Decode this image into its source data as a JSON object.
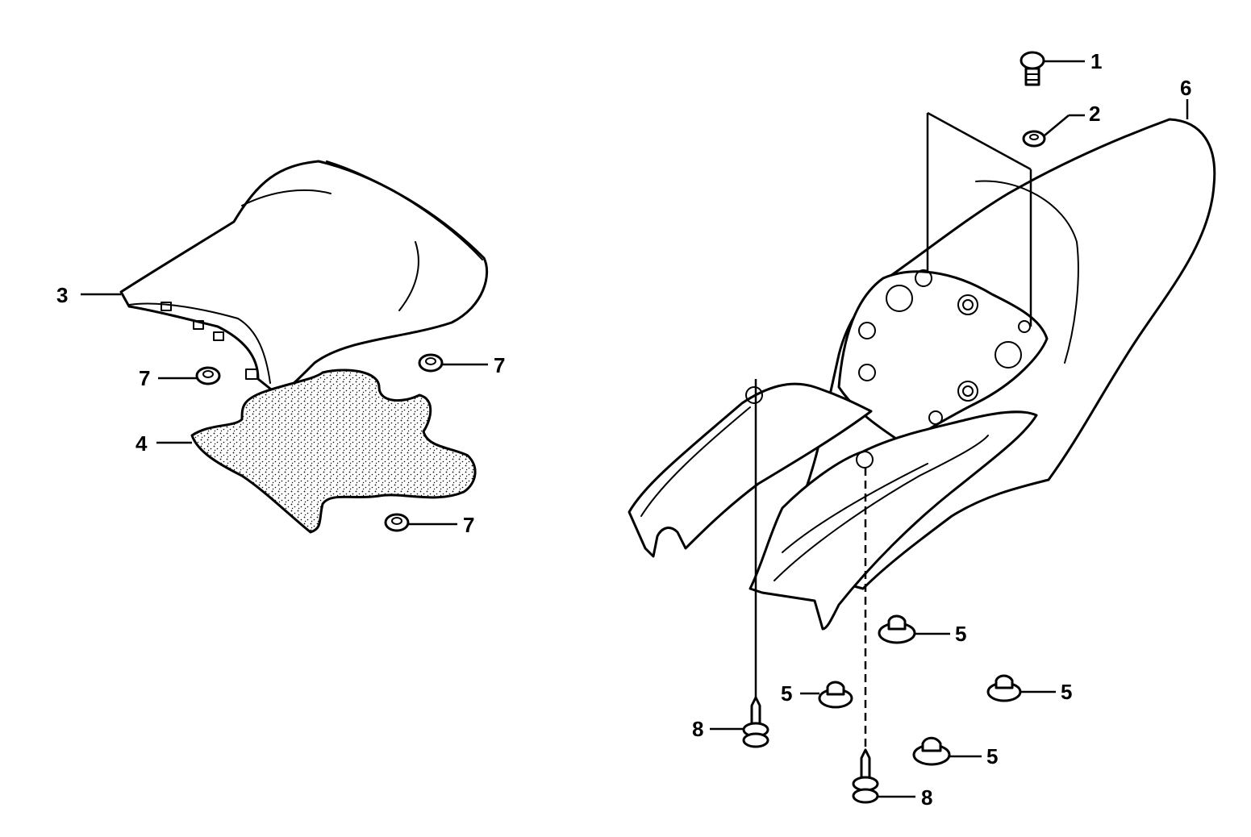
{
  "callouts": [
    {
      "id": "c1",
      "number": "1"
    },
    {
      "id": "c2",
      "number": "2"
    },
    {
      "id": "c3",
      "number": "3"
    },
    {
      "id": "c4",
      "number": "4"
    },
    {
      "id": "c5a",
      "number": "5"
    },
    {
      "id": "c5b",
      "number": "5"
    },
    {
      "id": "c5c",
      "number": "5"
    },
    {
      "id": "c5d",
      "number": "5"
    },
    {
      "id": "c6",
      "number": "6"
    },
    {
      "id": "c7a",
      "number": "7"
    },
    {
      "id": "c7b",
      "number": "7"
    },
    {
      "id": "c7c",
      "number": "7"
    },
    {
      "id": "c8a",
      "number": "8"
    },
    {
      "id": "c8b",
      "number": "8"
    }
  ],
  "colors": {
    "line": "#000000",
    "background": "#ffffff"
  }
}
